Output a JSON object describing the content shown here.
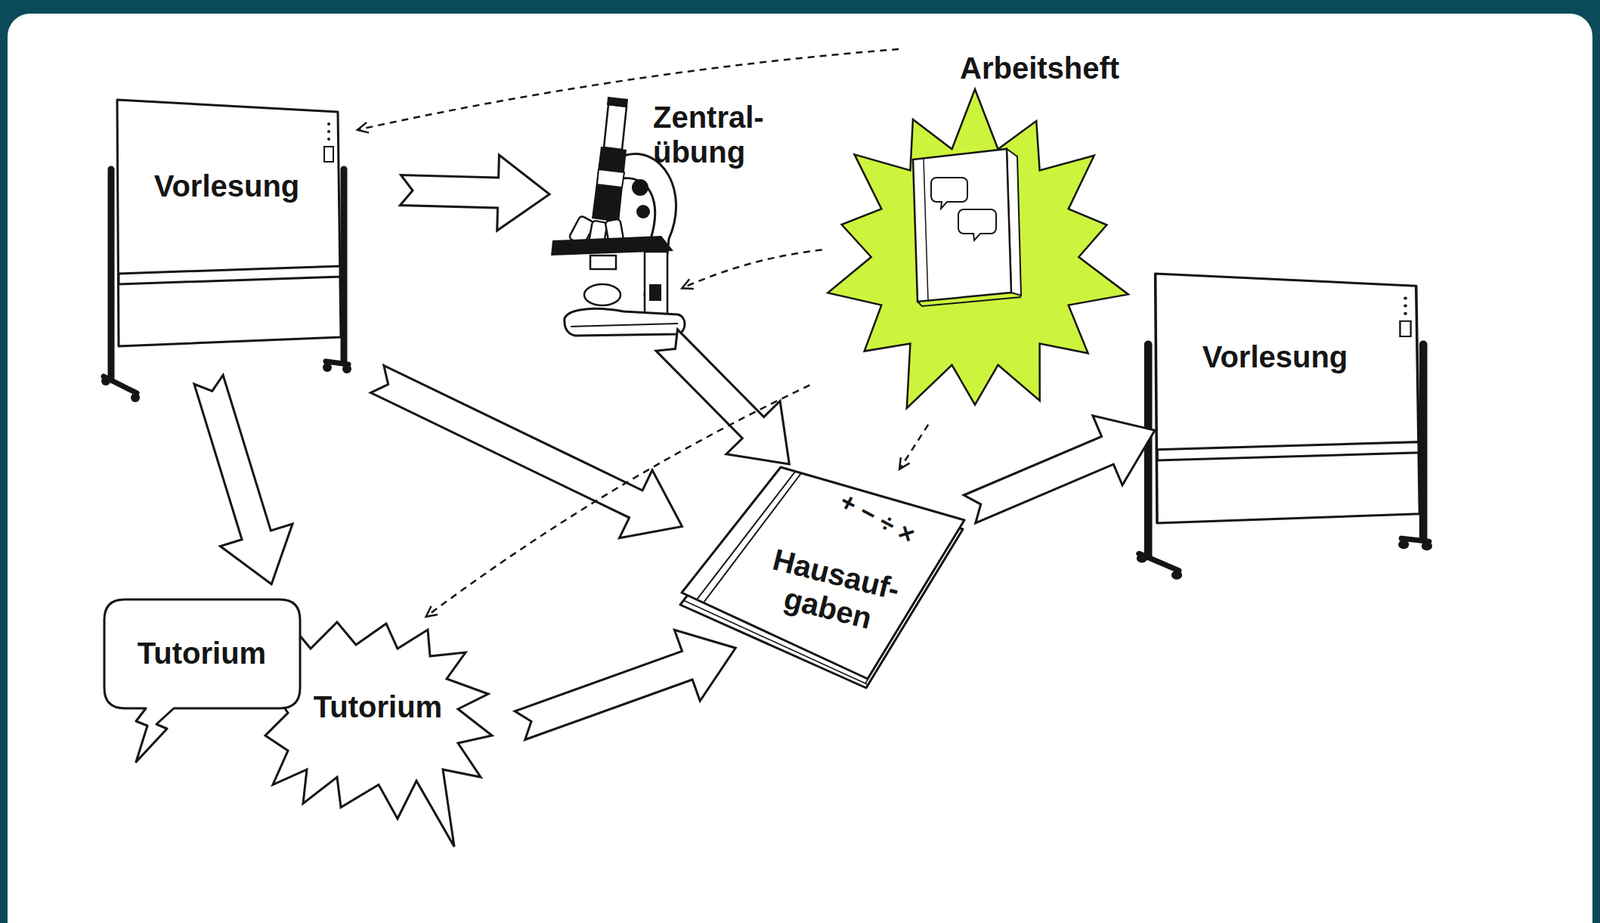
{
  "diagram": {
    "nodes": [
      {
        "text": [
          "Vorlesung"
        ]
      },
      {
        "text": [
          "Zentral- übung"
        ]
      },
      {
        "text": [
          "Arbeitsheft"
        ]
      },
      {
        "text": [
          "Vorlesung"
        ]
      },
      {
        "text": [
          "+ − ÷ ×",
          "Hausauf- gaben"
        ]
      },
      {
        "text": [
          "Tutorium"
        ]
      },
      {
        "text": [
          "Tutorium"
        ]
      }
    ],
    "edges": [
      {
        "from": 0,
        "to": 1,
        "arrow": "to"
      },
      {
        "from": 0,
        "to": 5,
        "arrow": "to"
      },
      {
        "from": 0,
        "to": 4,
        "arrow": "to"
      },
      {
        "from": 1,
        "to": 4,
        "arrow": "to"
      },
      {
        "from": 6,
        "to": 4,
        "arrow": "to"
      },
      {
        "from": 4,
        "to": 3,
        "arrow": "to"
      },
      {
        "from": 2,
        "to": 0,
        "arrow": "to"
      },
      {
        "from": 2,
        "to": 1,
        "arrow": "to"
      },
      {
        "from": 2,
        "to": 6,
        "arrow": "to"
      },
      {
        "from": 2,
        "to": 4,
        "arrow": "to"
      }
    ]
  }
}
